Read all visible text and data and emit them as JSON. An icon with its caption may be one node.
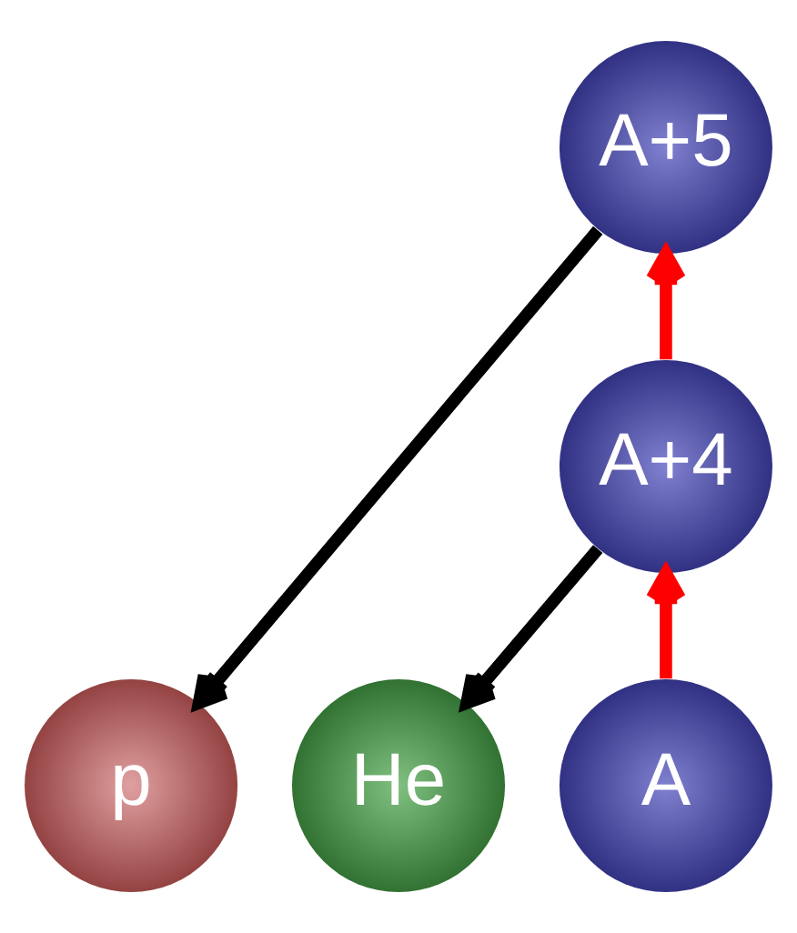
{
  "diagram": {
    "nodes": [
      {
        "text": [
          "A+5"
        ]
      },
      {
        "text": [
          "A+4"
        ]
      },
      {
        "text": [
          "p"
        ]
      },
      {
        "text": [
          "He"
        ]
      },
      {
        "text": [
          "A"
        ]
      }
    ],
    "edges": [
      {
        "from": 0,
        "to": 2,
        "arrow": "to"
      },
      {
        "from": 1,
        "to": 0,
        "arrow": "to",
        "color": "#ff0000"
      },
      {
        "from": 1,
        "to": 3,
        "arrow": "to"
      },
      {
        "from": 4,
        "to": 1,
        "arrow": "to",
        "color": "#ff0000"
      }
    ]
  }
}
